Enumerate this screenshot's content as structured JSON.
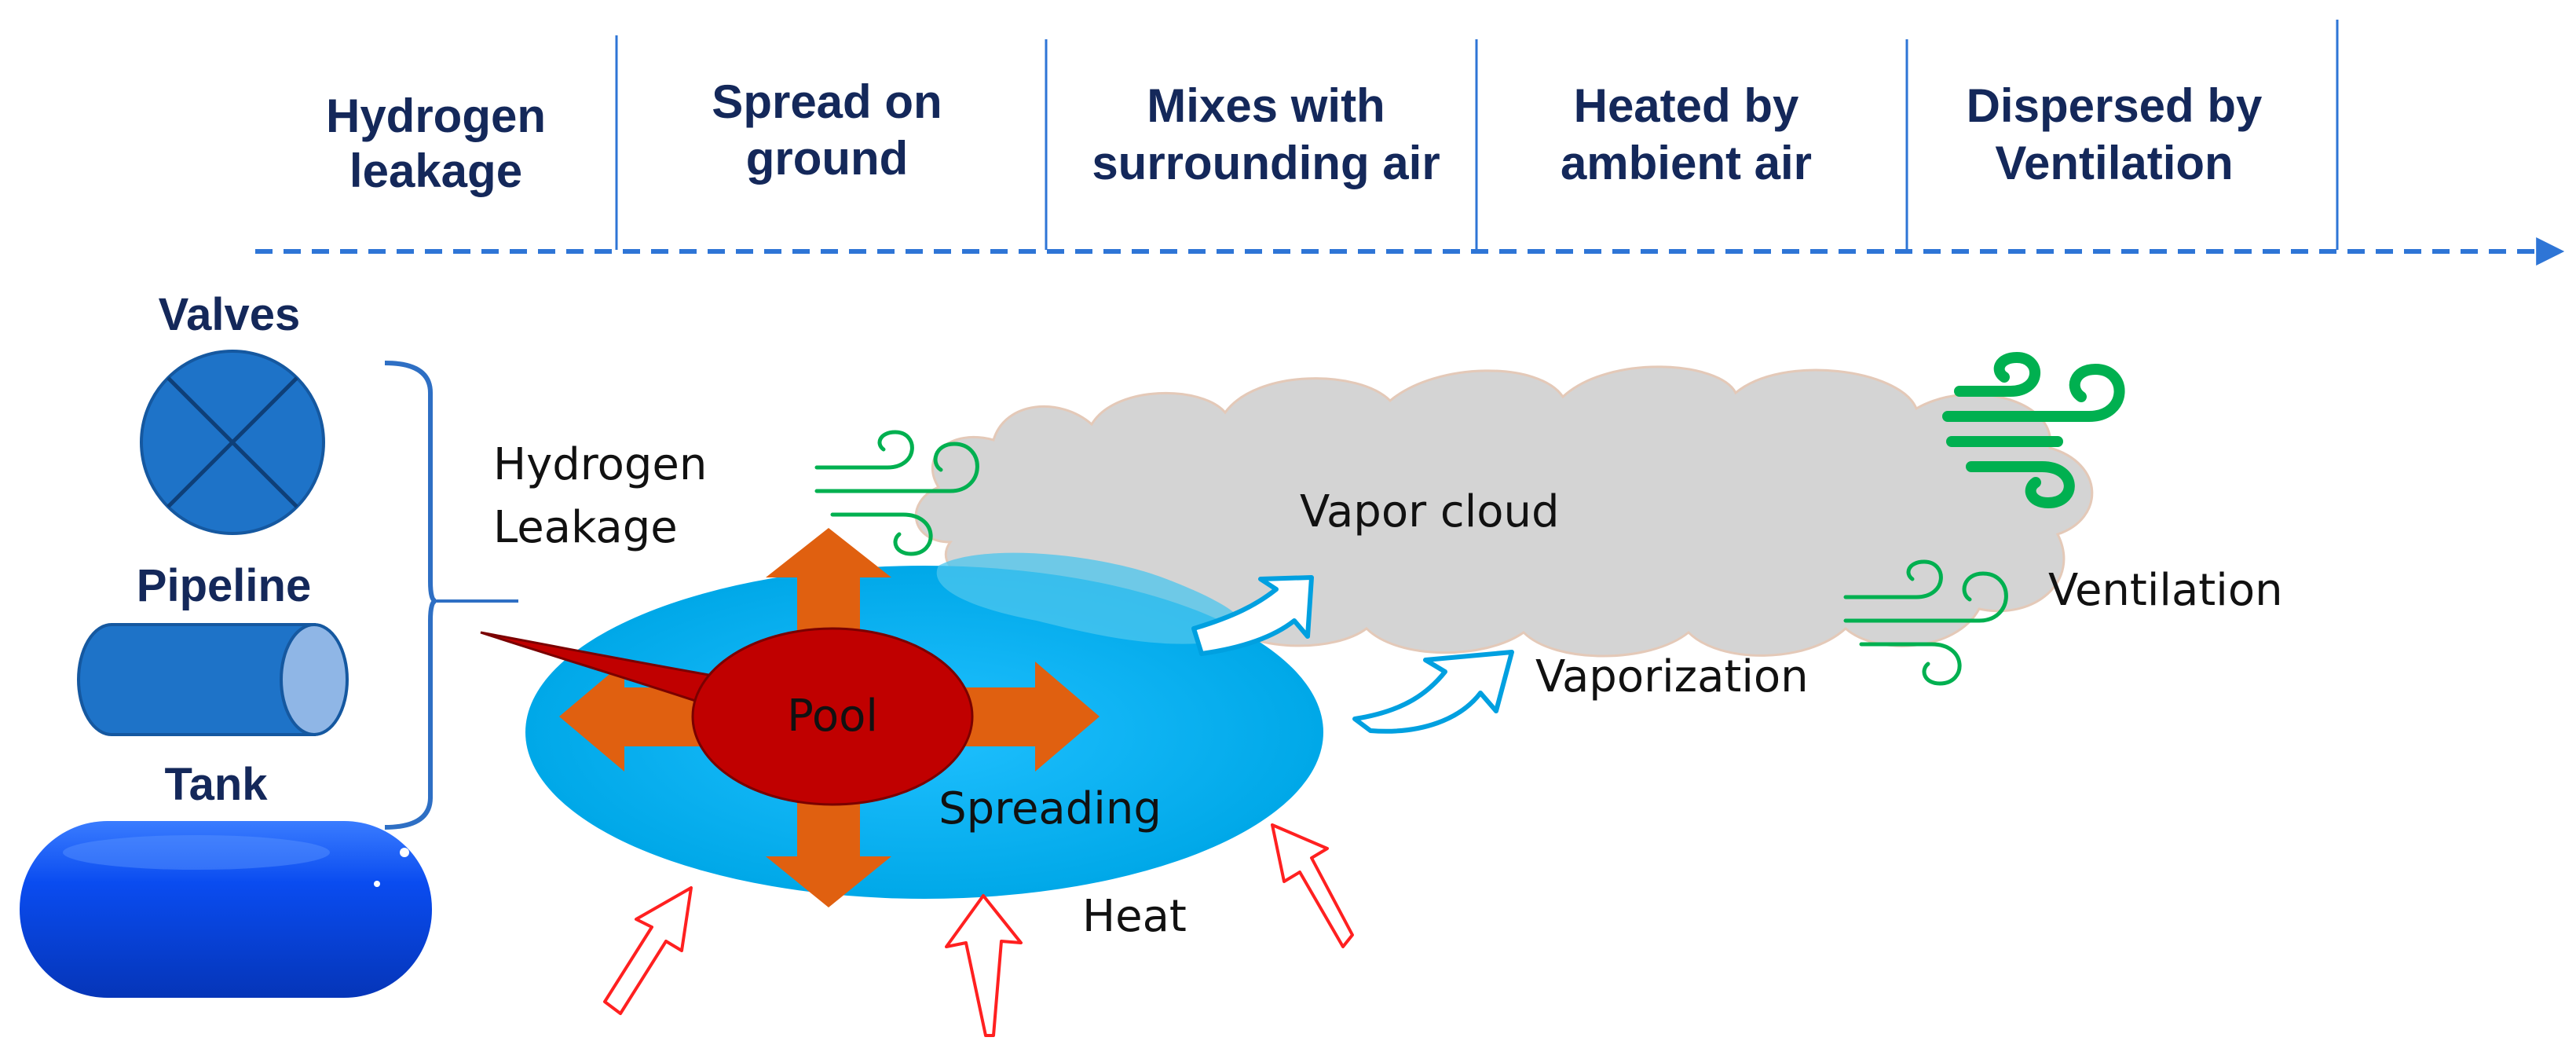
{
  "timeline": {
    "stages": [
      {
        "line1": "Hydrogen",
        "line2": "leakage"
      },
      {
        "line1": "Spread on",
        "line2": "ground"
      },
      {
        "line1": "Mixes with",
        "line2": "surrounding air"
      },
      {
        "line1": "Heated by",
        "line2": "ambient air"
      },
      {
        "line1": "Dispersed by",
        "line2": "Ventilation"
      }
    ]
  },
  "sources": {
    "valves": "Valves",
    "pipeline": "Pipeline",
    "tank": "Tank"
  },
  "labels": {
    "leakage_line1": "Hydrogen",
    "leakage_line2": "Leakage",
    "pool": "Pool",
    "spreading": "Spreading",
    "heat": "Heat",
    "vapor_cloud": "Vapor  cloud",
    "vaporization": "Vaporization",
    "ventilation": "Ventilation"
  },
  "colors": {
    "header_text": "#14285a",
    "timeline_line": "#2e75d6",
    "pool_water": "#00b0f0",
    "pool_core": "#c00000",
    "spread_arrows": "#e06010",
    "cloud": "#d4d4d4",
    "heat_arrows": "#ff2020",
    "wind": "#00b050",
    "component_blue": "#1e73c8",
    "tank_blue": "#0a4cf0"
  },
  "icons": [
    "valve-icon",
    "pipeline-icon",
    "tank-icon",
    "wind-icon",
    "heat-arrow-icon",
    "vaporization-arrow-icon"
  ]
}
